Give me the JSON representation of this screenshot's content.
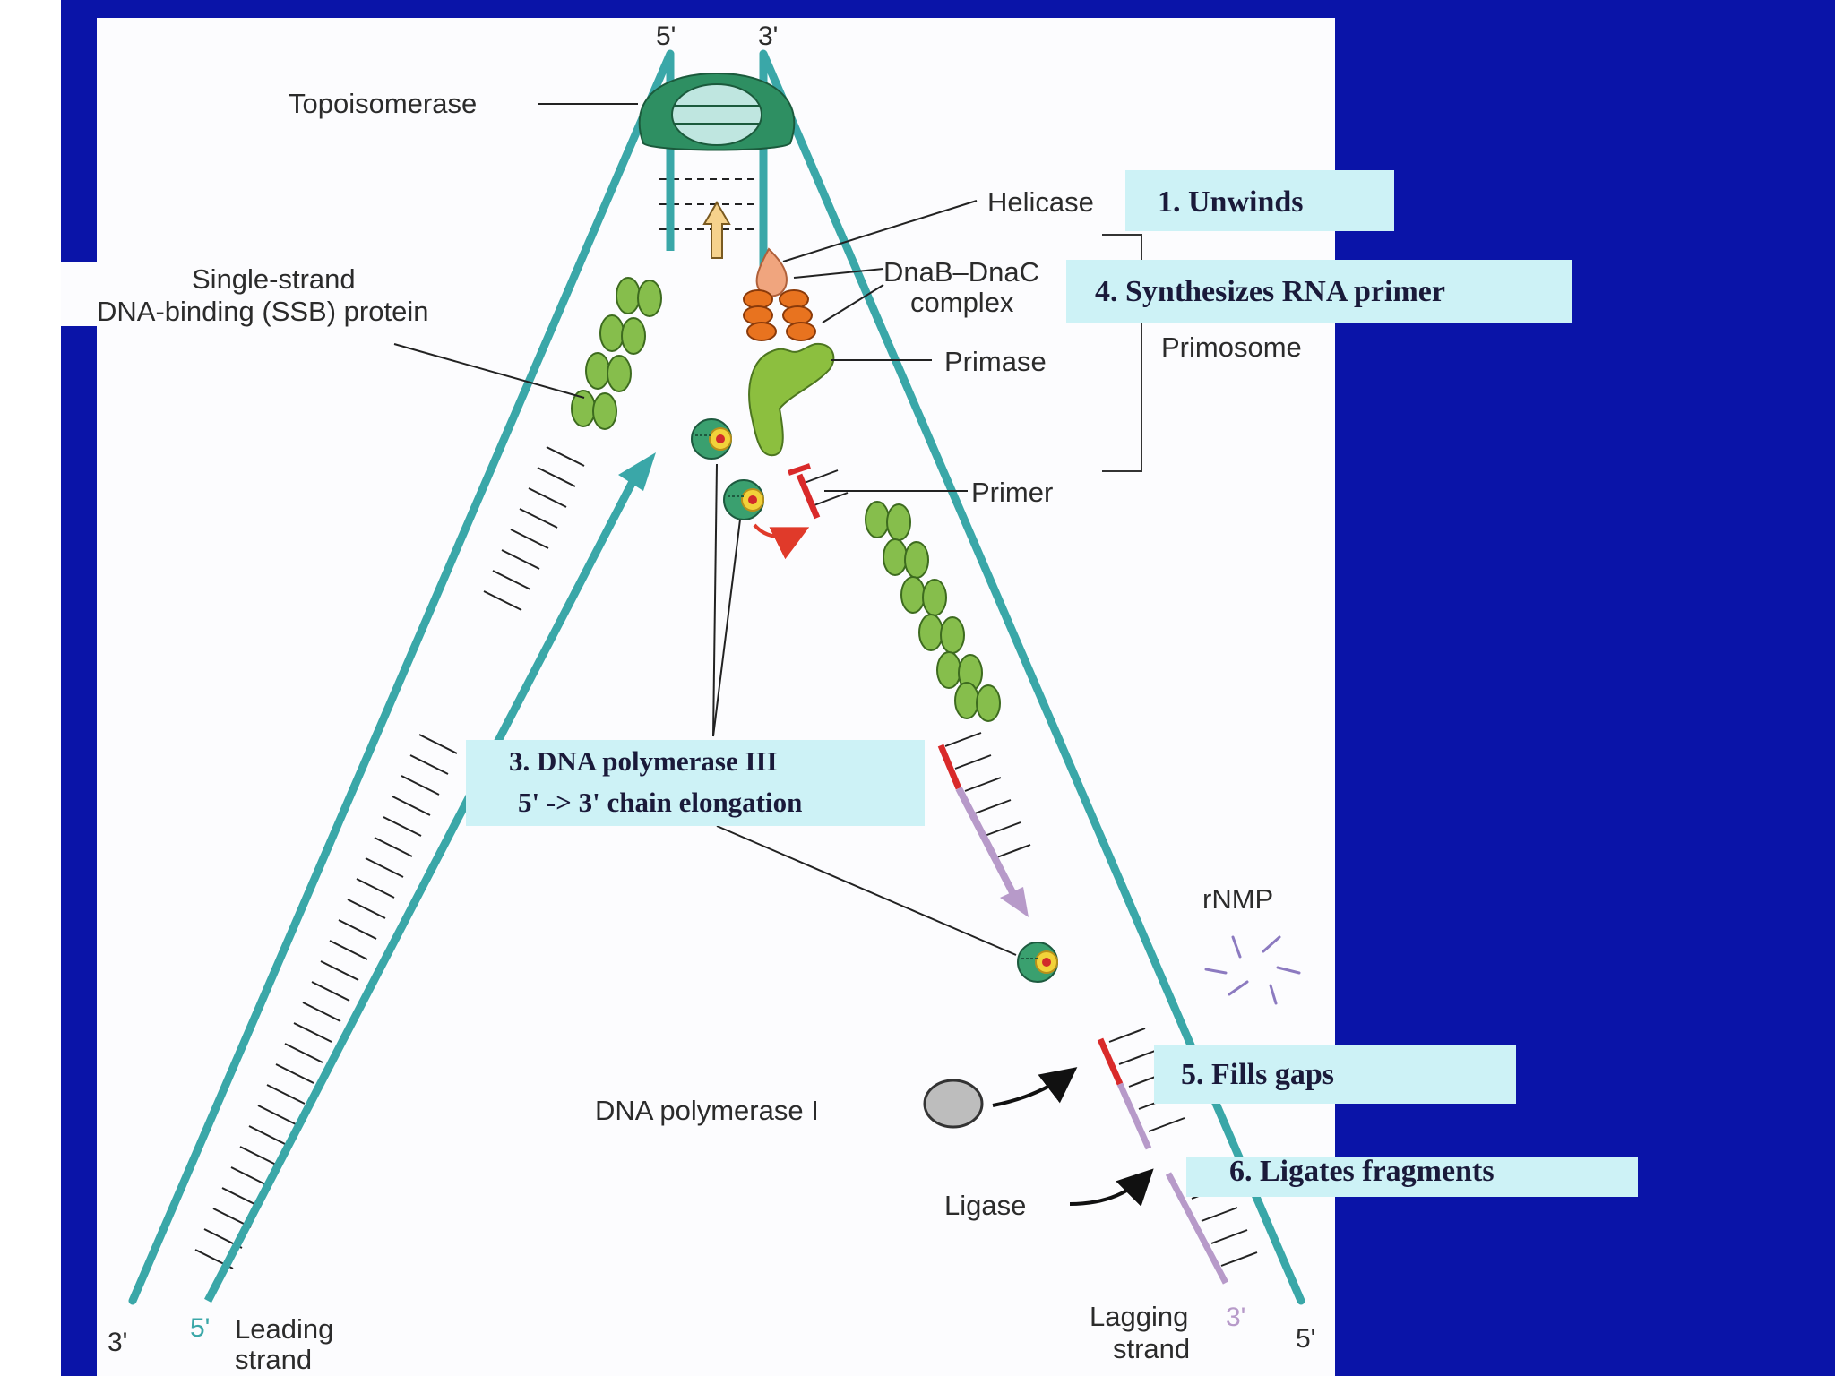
{
  "strand_ends": {
    "top_left": "5'",
    "top_right": "3'",
    "bottom_far_left": "3'",
    "bottom_leading": "5'",
    "bottom_lagging": "3'",
    "bottom_far_right": "5'"
  },
  "labels": {
    "topoisomerase": "Topoisomerase",
    "helicase": "Helicase",
    "ssb_line1": "Single-strand",
    "ssb_line2": "DNA-binding (SSB) protein",
    "dnab_line1": "DnaB–DnaC",
    "dnab_line2": "complex",
    "primase": "Primase",
    "primosome": "Primosome",
    "primer": "Primer",
    "rnmp": "rNMP",
    "dna_pol_1": "DNA polymerase I",
    "ligase": "Ligase",
    "leading_line1": "Leading",
    "leading_line2": "strand",
    "lagging_line1": "Lagging",
    "lagging_line2": "strand"
  },
  "steps": {
    "unwinds": "1. Unwinds",
    "rna_primer": "4. Synthesizes RNA primer",
    "pol3_line1": "3.  DNA polymerase III",
    "pol3_line2": "5' -> 3'  chain elongation",
    "fills_gaps": "5.  Fills gaps",
    "ligates": "6. Ligates fragments"
  },
  "colors": {
    "background": "#0a14a8",
    "panel": "#fcfcfe",
    "strand": "#3aa7a8",
    "callout": "#cdf2f6",
    "rna_primer": "#d92a2a",
    "new_lagging": "#b79ac9",
    "ssb": "#7fb646",
    "primase": "#8cbf3f",
    "dnab": "#e8731f",
    "helicase": "#f0a57e",
    "topoisomerase": "#2e8f62"
  }
}
